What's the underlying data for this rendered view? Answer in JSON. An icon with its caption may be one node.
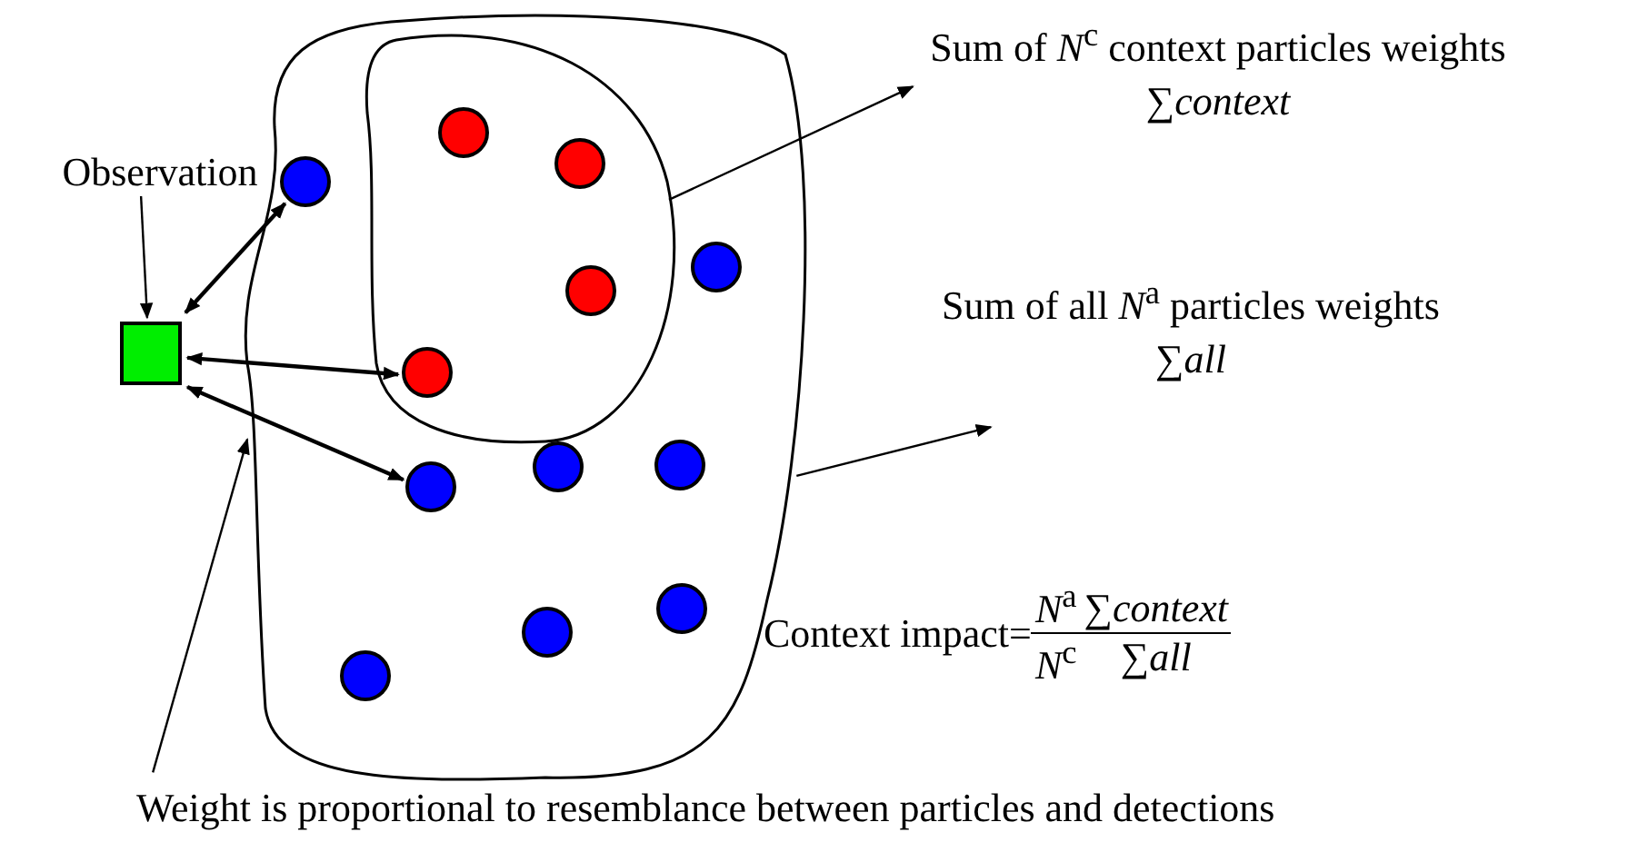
{
  "diagram": {
    "nodes": [
      {
        "text": [
          "Sum of *N*$^{c}$ context particles weights",
          "∑*context*"
        ]
      },
      {
        "text": [
          "Observation"
        ]
      },
      {
        "text": [],
        "shape": "blob"
      },
      {
        "text": [],
        "shape": "blob",
        "in": 2
      },
      {
        "text": [],
        "shape": "circle",
        "in": 3
      },
      {
        "text": [],
        "shape": "circle",
        "in": 3
      },
      {
        "text": [],
        "shape": "circle",
        "in": 3
      },
      {
        "text": [],
        "shape": "circle",
        "in": 3
      },
      {
        "text": [],
        "shape": "circle",
        "in": 2
      },
      {
        "text": [],
        "shape": "circle",
        "in": 2
      },
      {
        "text": [],
        "shape": "circle",
        "in": 2
      },
      {
        "text": [],
        "shape": "circle",
        "in": 2
      },
      {
        "text": [],
        "shape": "circle",
        "in": 2
      },
      {
        "text": [],
        "shape": "circle",
        "in": 2
      },
      {
        "text": [],
        "shape": "circle",
        "in": 2
      },
      {
        "text": [],
        "shape": "circle",
        "in": 2
      },
      {
        "text": [
          "Sum of all *N*$^{a}$ particles weights",
          "∑*all*"
        ]
      },
      {
        "text": [],
        "shape": "box"
      },
      {
        "text": [
          "Weight is proportional to resemblance between particles and detections"
        ]
      }
    ],
    "edges": [
      {
        "from": 1,
        "to": 17,
        "arrow": "to"
      },
      {
        "from": 17,
        "to": 8,
        "arrow": "both"
      },
      {
        "from": 17,
        "to": 7,
        "arrow": "both"
      },
      {
        "from": 17,
        "to": 12,
        "arrow": "both"
      },
      {
        "from": 3,
        "to": 0,
        "arrow": "to"
      },
      {
        "from": 2,
        "to": 16,
        "arrow": "to"
      },
      {
        "from": 18,
        "to": 2,
        "arrow": "to"
      }
    ],
    "labels": [
      "Context impact=",
      "*N*$^{a}$",
      "∑*context*",
      "*N*$^{c}$",
      "∑*all*"
    ]
  }
}
